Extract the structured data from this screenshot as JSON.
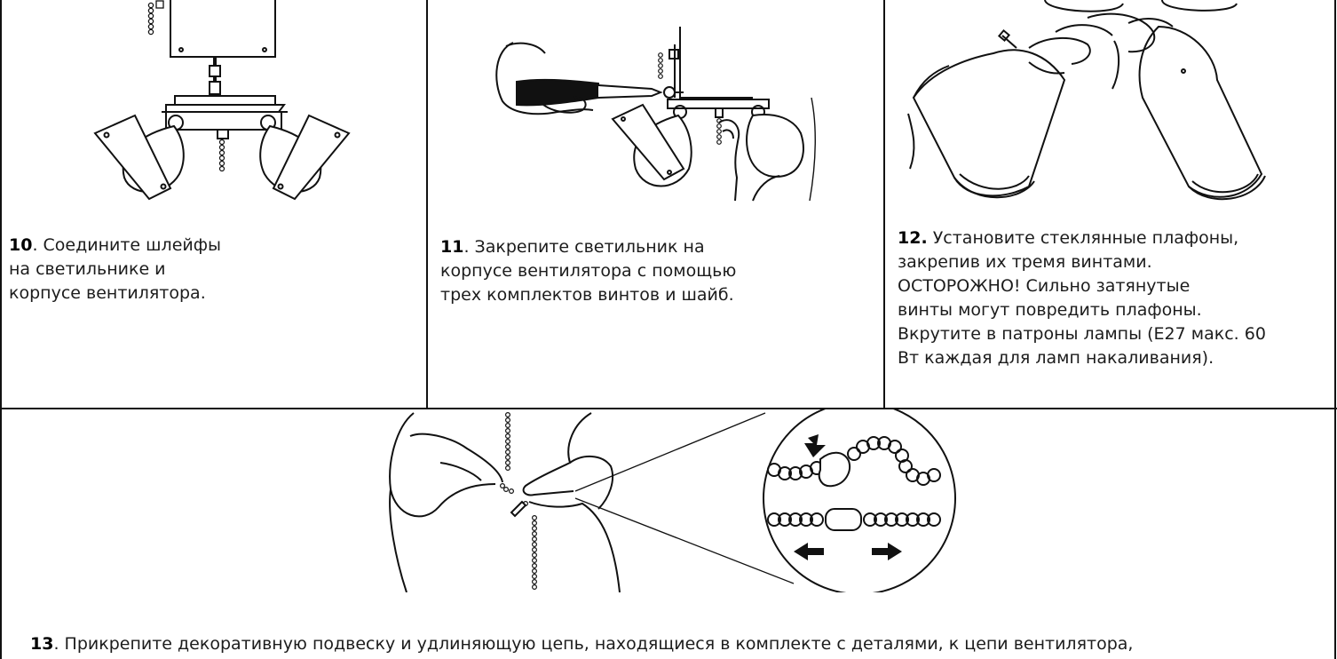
{
  "steps": [
    {
      "number": "10",
      "text": ". Соедините шлейфы\nна светильнике и\nкорпусе вентилятора."
    },
    {
      "number": "11",
      "text": ". Закрепите светильник на\nкорпусе вентилятора с помощью\nтрех комплектов винтов и шайб."
    },
    {
      "number": "12.",
      "text": " Установите стеклянные плафоны,\nзакрепив их тремя винтами.\nОСТОРОЖНО! Сильно затянутые\nвинты могут повредить плафоны.\nВкрутите в патроны лампы (Е27 макс. 60\nВт каждая для ламп накаливания)."
    },
    {
      "number": "13",
      "text": ". Прикрепите декоративную подвеску и удлиняющую цепь, находящиеся в комплекте с деталями, к цепи вентилятора,\nвведя конец цепи в цепное соединение. Проверьте надежность установки, слегка потянув за обе цепи в месте соединения."
    }
  ]
}
